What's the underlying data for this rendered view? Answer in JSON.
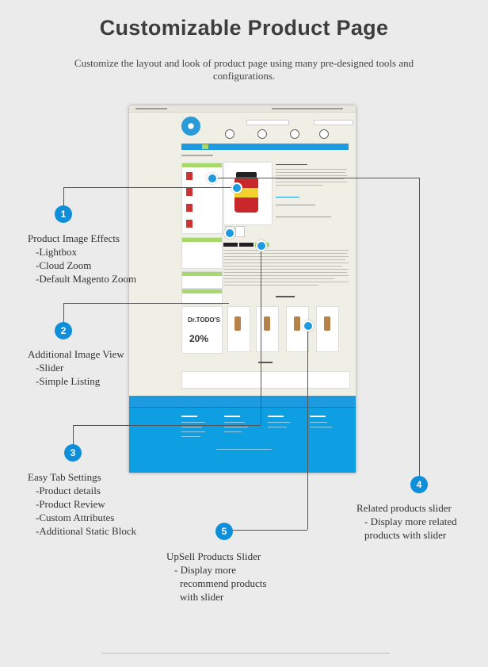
{
  "header": {
    "title": "Customizable Product Page",
    "subtitle": "Customize the layout and look of product page using many pre-designed tools and configurations."
  },
  "mockup": {
    "ad_text_1": "Dr.TODO'S",
    "ad_text_2": "20%",
    "colors": {
      "nav": "#1e9be0",
      "accent_green": "#a6d96a",
      "footer": "#0e9fe3"
    }
  },
  "callouts": [
    {
      "number": "1",
      "title": "Product Image Effects",
      "items": [
        "-Lightbox",
        "-Cloud Zoom",
        "-Default Magento Zoom"
      ]
    },
    {
      "number": "2",
      "title": "Additional Image View",
      "items": [
        "-Slider",
        "-Simple Listing"
      ]
    },
    {
      "number": "3",
      "title": "Easy Tab Settings",
      "items": [
        "-Product details",
        "-Product Review",
        "-Custom Attributes",
        "-Additional Static Block"
      ]
    },
    {
      "number": "4",
      "title": "Related products slider",
      "items": [
        "- Display more related",
        "products with slider"
      ]
    },
    {
      "number": "5",
      "title": "UpSell Products Slider",
      "items": [
        "- Display more",
        "recommend products",
        "with slider"
      ]
    }
  ]
}
